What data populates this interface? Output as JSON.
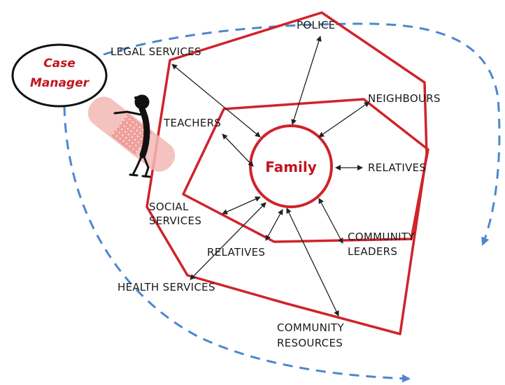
{
  "title_fragment": "er",
  "case_manager": {
    "line1": "Case",
    "line2": "Manager"
  },
  "center": {
    "label": "Family"
  },
  "nodes": {
    "police": "POLICE",
    "legal_services": "LEGAL SERVICES",
    "neighbours": "NEIGHBOURS",
    "teachers": "TEACHERS",
    "relatives_right": "RELATIVES",
    "social_services_1": "SOCIAL",
    "social_services_2": "SERVICES",
    "community_leaders_1": "COMMUNITY",
    "community_leaders_2": "LEADERS",
    "relatives_bottom": "RELATIVES",
    "health_services": "HEALTH SERVICES",
    "community_resources_1": "COMMUNITY",
    "community_resources_2": "RESOURCES"
  },
  "colors": {
    "network_outline": "#d0232b",
    "dashed_flow": "#4e86d0",
    "title_text": "#1f3fb0",
    "bandage": "#f2b7b4"
  },
  "icons": [
    "figure-icon",
    "bandage-icon"
  ]
}
